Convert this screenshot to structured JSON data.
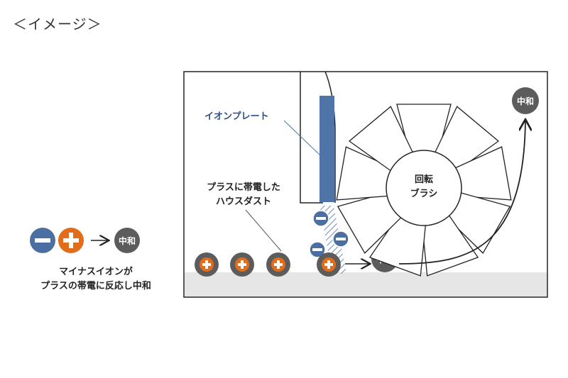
{
  "heading": "＜イメージ＞",
  "legend": {
    "neutral_label": "中和",
    "caption_line1": "マイナスイオンが",
    "caption_line2": "プラスの帯電に反応し中和"
  },
  "diagram": {
    "ion_plate_label": "イオンプレート",
    "dust_label_line1": "プラスに帯電した",
    "dust_label_line2": "ハウスダスト",
    "brush_label_line1": "回転",
    "brush_label_line2": "ブラシ",
    "neutral_label_floor": "中和",
    "neutral_label_top": "中和"
  },
  "colors": {
    "minus_ion": "#4a6fa0",
    "plus_charge": "#e36c1a",
    "neutral": "#5c5c5c",
    "plate": "#4e74a8",
    "floor": "#e6e6e6"
  },
  "icons": {
    "minus": "minus-sign",
    "plus": "plus-sign",
    "arrow": "right-arrow"
  }
}
